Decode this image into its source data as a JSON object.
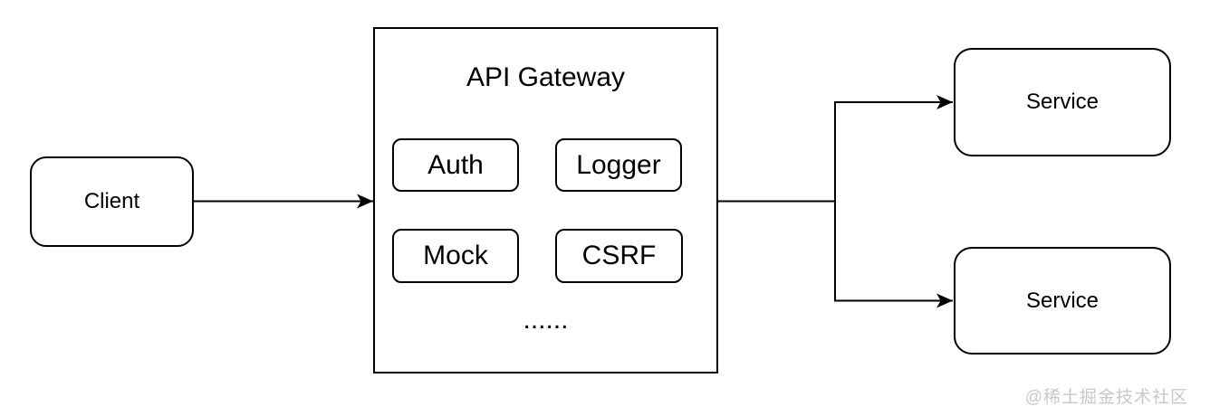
{
  "diagram": {
    "client": {
      "label": "Client"
    },
    "gateway": {
      "title": "API Gateway",
      "modules": [
        {
          "label": "Auth"
        },
        {
          "label": "Logger"
        },
        {
          "label": "Mock"
        },
        {
          "label": "CSRF"
        }
      ],
      "ellipsis": "......"
    },
    "services": [
      {
        "label": "Service"
      },
      {
        "label": "Service"
      }
    ],
    "watermark": "@稀土掘金技术社区",
    "colors": {
      "stroke": "#000000",
      "node_fill": "#ffffff",
      "background": "#ffffff",
      "watermark_text": "#c8c8c8"
    }
  }
}
